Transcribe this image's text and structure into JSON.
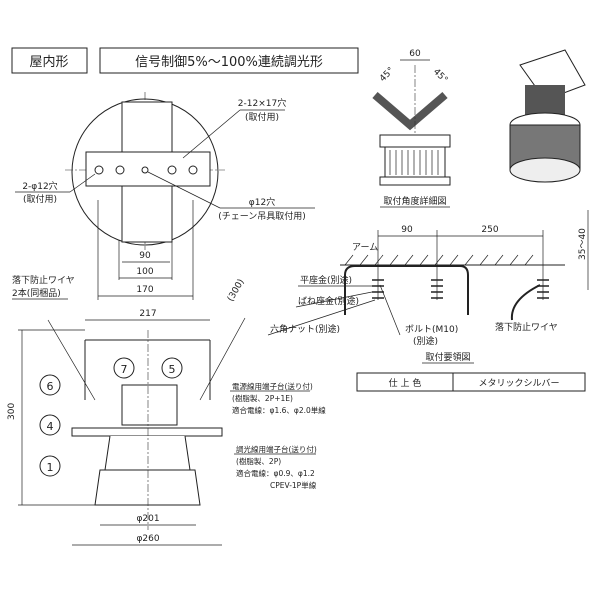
{
  "header": {
    "type_label": "屋内形",
    "control_label": "信号制御5%～100%連続調光形"
  },
  "angle_detail": {
    "width": "60",
    "angle_left": "45°",
    "angle_right": "45°",
    "caption": "取付角度詳細図"
  },
  "top_view": {
    "slot_label": "2-12×17穴",
    "slot_note": "(取付用)",
    "hole_label": "2-φ12穴",
    "hole_note": "(取付用)",
    "chain_hole_label": "φ12穴",
    "chain_hole_note": "(チェーン吊具取付用)",
    "dim_90": "90",
    "dim_100": "100",
    "dim_170": "170"
  },
  "front_view": {
    "wire_label": "落下防止ワイヤ",
    "wire_note": "2本(同梱品)",
    "dim_217": "217",
    "dim_300_arm": "(300)",
    "dim_300": "300",
    "dim_201": "φ201",
    "dim_260": "φ260",
    "callouts": [
      "7",
      "5",
      "6",
      "4",
      "1"
    ],
    "power_terminal": [
      "電源線用端子台(送り付)",
      "(樹脂製、2P+1E)",
      "適合電線：φ1.6、φ2.0単線"
    ],
    "dimming_terminal": [
      "調光線用端子台(送り付)",
      "(樹脂製、2P)",
      "適合電線：φ0.9、φ1.2",
      "CPEV-1P単線"
    ]
  },
  "mounting": {
    "arm": "アーム",
    "flat_washer": "平座金(別途)",
    "spring_washer": "ばね座金(別途)",
    "hex_nut": "六角ナット(別途)",
    "bolt": "ボルト(M10)",
    "bolt_note": "(別途)",
    "dim_90": "90",
    "dim_250": "250",
    "dim_35_40": "35～40",
    "wire": "落下防止ワイヤ",
    "caption": "取付要領図"
  },
  "finish": {
    "label": "仕 上 色",
    "value": "メタリックシルバー"
  }
}
